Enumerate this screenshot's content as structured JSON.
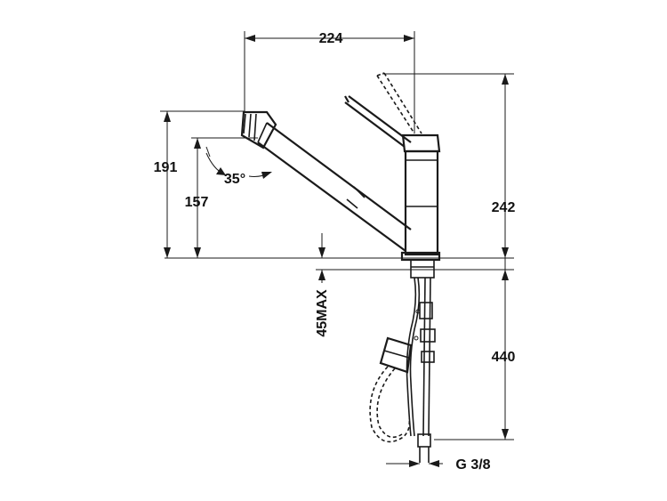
{
  "colors": {
    "line": "#1a1a1a",
    "background": "#ffffff"
  },
  "dimensions": {
    "spout_reach": "224",
    "spout_height_max": "191",
    "spout_height_min": "157",
    "spout_angle": "35°",
    "total_height": "242",
    "counter_thickness": "45MAX",
    "hose_length": "440",
    "connection_thread": "G 3/8"
  }
}
